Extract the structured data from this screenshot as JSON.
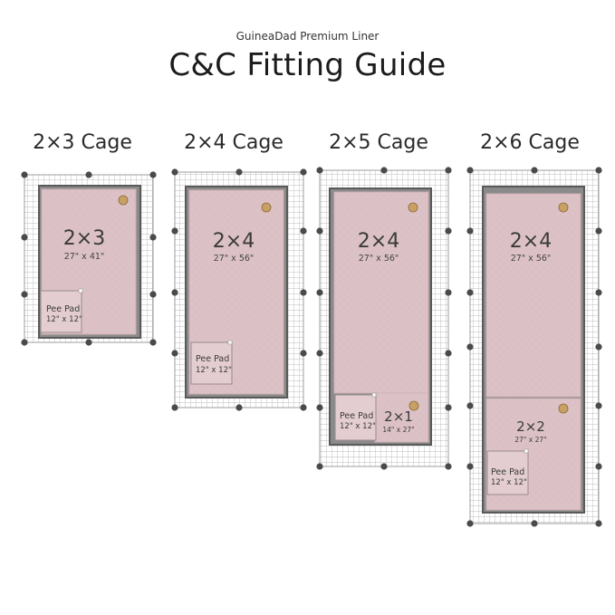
{
  "header": {
    "subtitle": "GuineaDad Premium Liner",
    "title": "C&C Fitting Guide"
  },
  "colors": {
    "liner": "#dcc2c6",
    "liner_edge": "#6d6d6d",
    "grid": "#9e9e9e",
    "connector": "#4a4a4a"
  },
  "cages": [
    {
      "label": "2×3 Cage",
      "liners": [
        {
          "name": "2×3",
          "size": "27\" x 41\""
        }
      ],
      "pad": {
        "name": "Pee Pad",
        "size": "12\" x 12\""
      }
    },
    {
      "label": "2×4 Cage",
      "liners": [
        {
          "name": "2×4",
          "size": "27\" x 56\""
        }
      ],
      "pad": {
        "name": "Pee Pad",
        "size": "12\" x 12\""
      }
    },
    {
      "label": "2×5 Cage",
      "liners": [
        {
          "name": "2×4",
          "size": "27\" x 56\""
        },
        {
          "name": "2×1",
          "size": "14\" x 27\""
        }
      ],
      "pad": {
        "name": "Pee Pad",
        "size": "12\" x 12\""
      }
    },
    {
      "label": "2×6 Cage",
      "liners": [
        {
          "name": "2×4",
          "size": "27\" x 56\""
        },
        {
          "name": "2×2",
          "size": "27\" x 27\""
        }
      ],
      "pad": {
        "name": "Pee Pad",
        "size": "12\" x 12\""
      }
    }
  ]
}
